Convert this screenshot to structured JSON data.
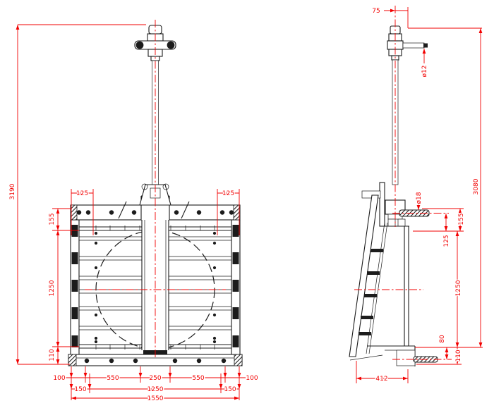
{
  "drawing": {
    "dims": {
      "front": {
        "overall_height": "3190",
        "flange_offset_left": "125",
        "flange_offset_right": "125",
        "top_band": "155",
        "opening_height": "1250",
        "bottom_band": "110",
        "chain": [
          "100",
          "550",
          "250",
          "550",
          "100"
        ],
        "inner_chain": [
          "150",
          "1250",
          "150"
        ],
        "overall_width": "1550"
      },
      "side": {
        "stem_offset": "75",
        "handle_diameter": "ø12",
        "overall_height": "3080",
        "pin_top_diameter": "ø18",
        "top_band": "155",
        "pin_top_offset": "125",
        "opening_height": "1250",
        "pin_bottom_offset": "80",
        "bottom_band": "110",
        "depth": "412"
      }
    },
    "colors": {
      "dimension": "#f20000",
      "outline": "#1c1c1c",
      "background": "#ffffff"
    }
  }
}
